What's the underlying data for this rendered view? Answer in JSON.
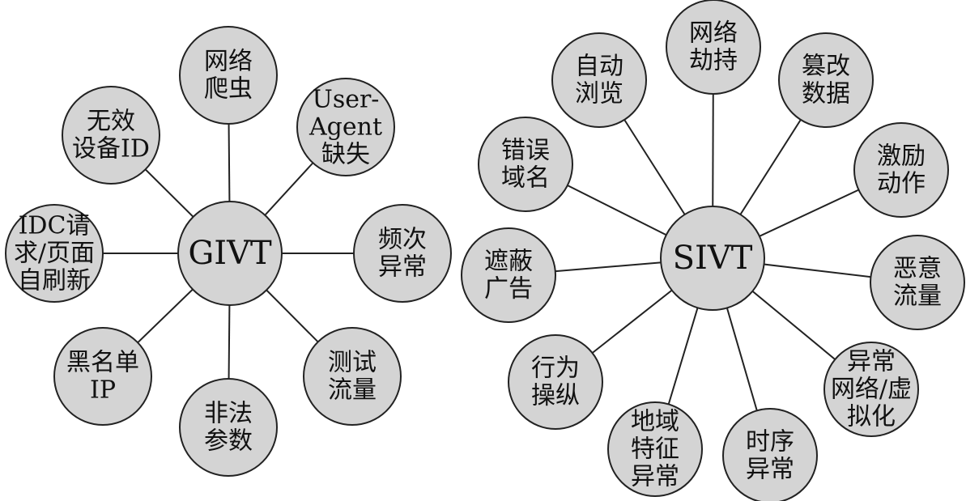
{
  "colors": {
    "node_fill": "#d4d4d4",
    "stroke": "#222222",
    "text": "#111111"
  },
  "givt": {
    "hub_label": "GIVT",
    "nodes": [
      {
        "id": "wangluo-pachong",
        "lines": [
          "网络",
          "爬虫"
        ]
      },
      {
        "id": "user-agent-queshi",
        "lines": [
          "User-",
          "Agent",
          "缺失"
        ]
      },
      {
        "id": "pinci-yichang",
        "lines": [
          "频次",
          "异常"
        ]
      },
      {
        "id": "ceshi-liuliang",
        "lines": [
          "测试",
          "流量"
        ]
      },
      {
        "id": "feifa-canshu",
        "lines": [
          "非法",
          "参数"
        ]
      },
      {
        "id": "heimingdan-ip",
        "lines": [
          "黑名单",
          "IP"
        ]
      },
      {
        "id": "idc-qingqiu",
        "lines": [
          "IDC请",
          "求/页面",
          "自刷新"
        ]
      },
      {
        "id": "wuxiao-shebei",
        "lines": [
          "无效",
          "设备ID"
        ]
      }
    ]
  },
  "sivt": {
    "hub_label": "SIVT",
    "nodes": [
      {
        "id": "wangluo-jiechi",
        "lines": [
          "网络",
          "劫持"
        ]
      },
      {
        "id": "cuangai-shuju",
        "lines": [
          "篡改",
          "数据"
        ]
      },
      {
        "id": "jili-dongzuo",
        "lines": [
          "激励",
          "动作"
        ]
      },
      {
        "id": "eyi-liuliang",
        "lines": [
          "恶意",
          "流量"
        ]
      },
      {
        "id": "yichang-wangluo-xuni",
        "lines": [
          "异常",
          "网络/虚",
          "拟化"
        ]
      },
      {
        "id": "shixu-yichang",
        "lines": [
          "时序",
          "异常"
        ]
      },
      {
        "id": "diyu-tezheng-yichang",
        "lines": [
          "地域",
          "特征",
          "异常"
        ]
      },
      {
        "id": "xingwei-caozong",
        "lines": [
          "行为",
          "操纵"
        ]
      },
      {
        "id": "zhebi-guanggao",
        "lines": [
          "遮蔽",
          "广告"
        ]
      },
      {
        "id": "cuowu-yuming",
        "lines": [
          "错误",
          "域名"
        ]
      },
      {
        "id": "zidong-liulan",
        "lines": [
          "自动",
          "浏览"
        ]
      }
    ]
  }
}
